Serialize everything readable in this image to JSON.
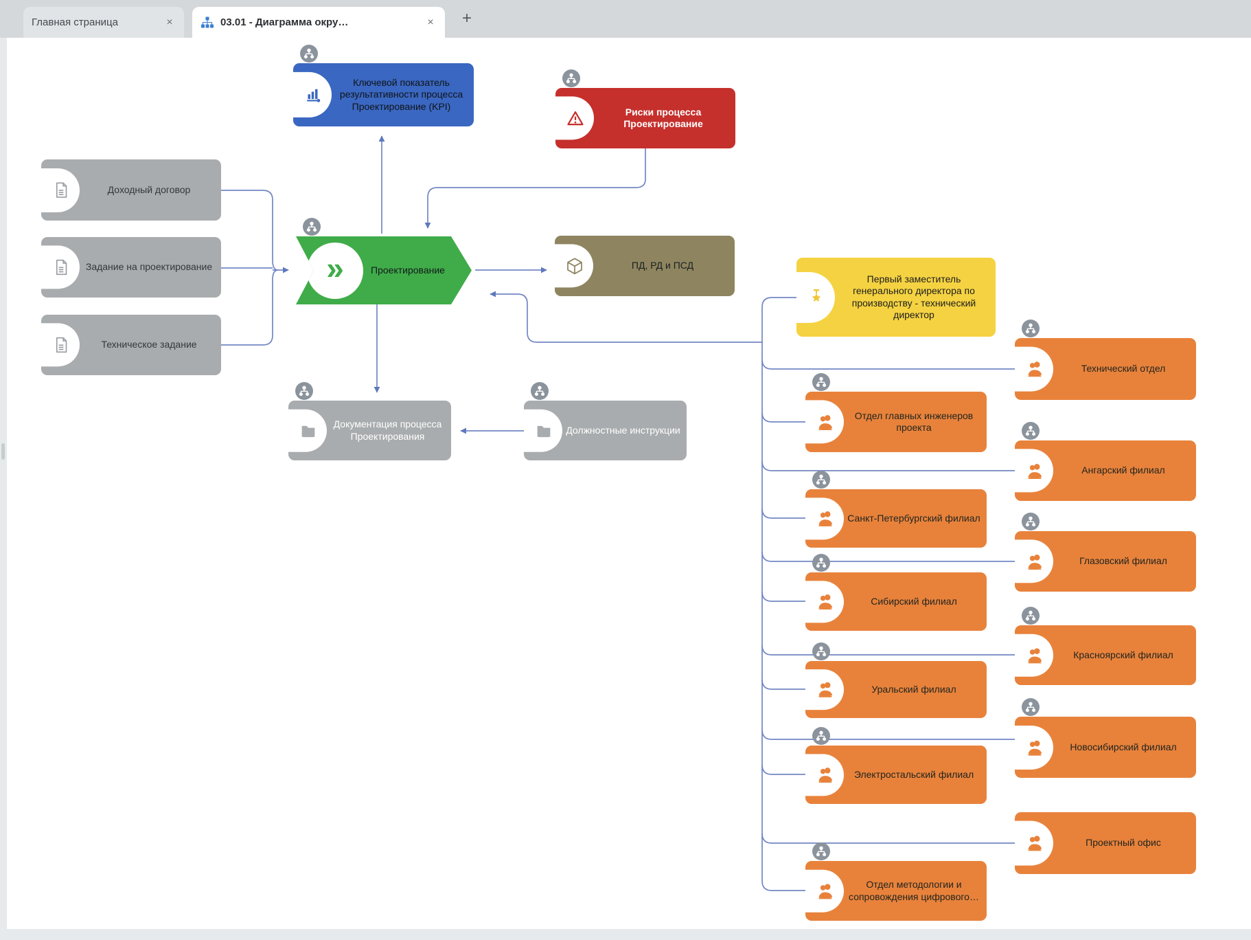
{
  "tabs": {
    "items": [
      {
        "id": "home",
        "label": "Главная страница",
        "active": false,
        "close_label": "×"
      },
      {
        "id": "diagram",
        "label": "03.01 - Диаграмма окру…",
        "active": true,
        "close_label": "×",
        "icon": "sitemap-icon"
      }
    ],
    "new_tab_label": "+"
  },
  "diagram": {
    "line_color": "#7387c4",
    "arrow_color": "#5d78bb",
    "badge_color": "#8b939c",
    "nodes": [
      {
        "id": "kpi",
        "label": "Ключевой показатель результативности процесса Проектирование (KPI)",
        "icon": "bar-chart-icon",
        "color": "#3a67c1",
        "text_color": "#101418",
        "badge": true,
        "bold": false,
        "shape": "box"
      },
      {
        "id": "risks",
        "label": "Риски процесса Проектирование",
        "icon": "warning-icon",
        "color": "#c5302c",
        "text_color": "#ffffff",
        "badge": true,
        "bold": true,
        "shape": "box"
      },
      {
        "id": "input-dogovor",
        "label": "Доходный договор",
        "icon": "document-icon",
        "color": "#a9acae",
        "text_color": "#33373a",
        "badge": false,
        "bold": false,
        "shape": "box"
      },
      {
        "id": "input-zadanie",
        "label": "Задание на проектирование",
        "icon": "document-icon",
        "color": "#a9acae",
        "text_color": "#33373a",
        "badge": false,
        "bold": false,
        "shape": "box"
      },
      {
        "id": "input-tz",
        "label": "Техническое задание",
        "icon": "document-icon",
        "color": "#a9acae",
        "text_color": "#33373a",
        "badge": false,
        "bold": false,
        "shape": "box"
      },
      {
        "id": "process",
        "label": "Проектирование",
        "icon": "chevrons-icon",
        "color": "#3fac49",
        "text_color": "#15181c",
        "badge": true,
        "bold": false,
        "shape": "chevron"
      },
      {
        "id": "output-pd",
        "label": "ПД, РД и ПСД",
        "icon": "cube-icon",
        "color": "#8e8560",
        "text_color": "#1c1e20",
        "badge": false,
        "bold": false,
        "shape": "box"
      },
      {
        "id": "doc-process",
        "label": "Документация процесса Проектирования",
        "icon": "folder-icon",
        "color": "#a9acae",
        "text_color": "#ffffff",
        "badge": true,
        "bold": false,
        "shape": "box"
      },
      {
        "id": "doc-instructions",
        "label": "Должностные инструкции",
        "icon": "folder-icon",
        "color": "#a9acae",
        "text_color": "#ffffff",
        "badge": true,
        "bold": false,
        "shape": "box"
      },
      {
        "id": "owner",
        "label": "Первый заместитель генерального директора по производству - технический директор",
        "icon": "award-icon",
        "color": "#f5d241",
        "text_color": "#1c1e20",
        "badge": false,
        "bold": false,
        "shape": "box"
      },
      {
        "id": "org-glavnyh",
        "label": "Отдел главных инженеров проекта",
        "icon": "people-icon",
        "color": "#e8823b",
        "text_color": "#22251f",
        "badge": true,
        "bold": false,
        "shape": "box"
      },
      {
        "id": "org-spb",
        "label": "Санкт-Петербургский филиал",
        "icon": "people-icon",
        "color": "#e8823b",
        "text_color": "#22251f",
        "badge": true,
        "bold": false,
        "shape": "box"
      },
      {
        "id": "org-sib",
        "label": "Сибирский филиал",
        "icon": "people-icon",
        "color": "#e8823b",
        "text_color": "#22251f",
        "badge": true,
        "bold": false,
        "shape": "box"
      },
      {
        "id": "org-ural",
        "label": "Уральский филиал",
        "icon": "people-icon",
        "color": "#e8823b",
        "text_color": "#22251f",
        "badge": true,
        "bold": false,
        "shape": "box"
      },
      {
        "id": "org-elektro",
        "label": "Электростальский филиал",
        "icon": "people-icon",
        "color": "#e8823b",
        "text_color": "#22251f",
        "badge": true,
        "bold": false,
        "shape": "box"
      },
      {
        "id": "org-metod",
        "label": "Отдел методологии и сопровождения цифрового…",
        "icon": "people-icon",
        "color": "#e8823b",
        "text_color": "#22251f",
        "badge": true,
        "bold": false,
        "shape": "box"
      },
      {
        "id": "org-tech",
        "label": "Технический отдел",
        "icon": "people-icon",
        "color": "#e8823b",
        "text_color": "#22251f",
        "badge": true,
        "bold": false,
        "shape": "box"
      },
      {
        "id": "org-angarsk",
        "label": "Ангарский филиал",
        "icon": "people-icon",
        "color": "#e8823b",
        "text_color": "#22251f",
        "badge": true,
        "bold": false,
        "shape": "box"
      },
      {
        "id": "org-glazov",
        "label": "Глазовский филиал",
        "icon": "people-icon",
        "color": "#e8823b",
        "text_color": "#22251f",
        "badge": true,
        "bold": false,
        "shape": "box"
      },
      {
        "id": "org-krasn",
        "label": "Красноярский филиал",
        "icon": "people-icon",
        "color": "#e8823b",
        "text_color": "#22251f",
        "badge": true,
        "bold": false,
        "shape": "box"
      },
      {
        "id": "org-novosib",
        "label": "Новосибирский филиал",
        "icon": "people-icon",
        "color": "#e8823b",
        "text_color": "#22251f",
        "badge": true,
        "bold": false,
        "shape": "box"
      },
      {
        "id": "org-proekt",
        "label": "Проектный офис",
        "icon": "people-icon",
        "color": "#e8823b",
        "text_color": "#22251f",
        "badge": false,
        "bold": false,
        "shape": "box"
      }
    ]
  }
}
